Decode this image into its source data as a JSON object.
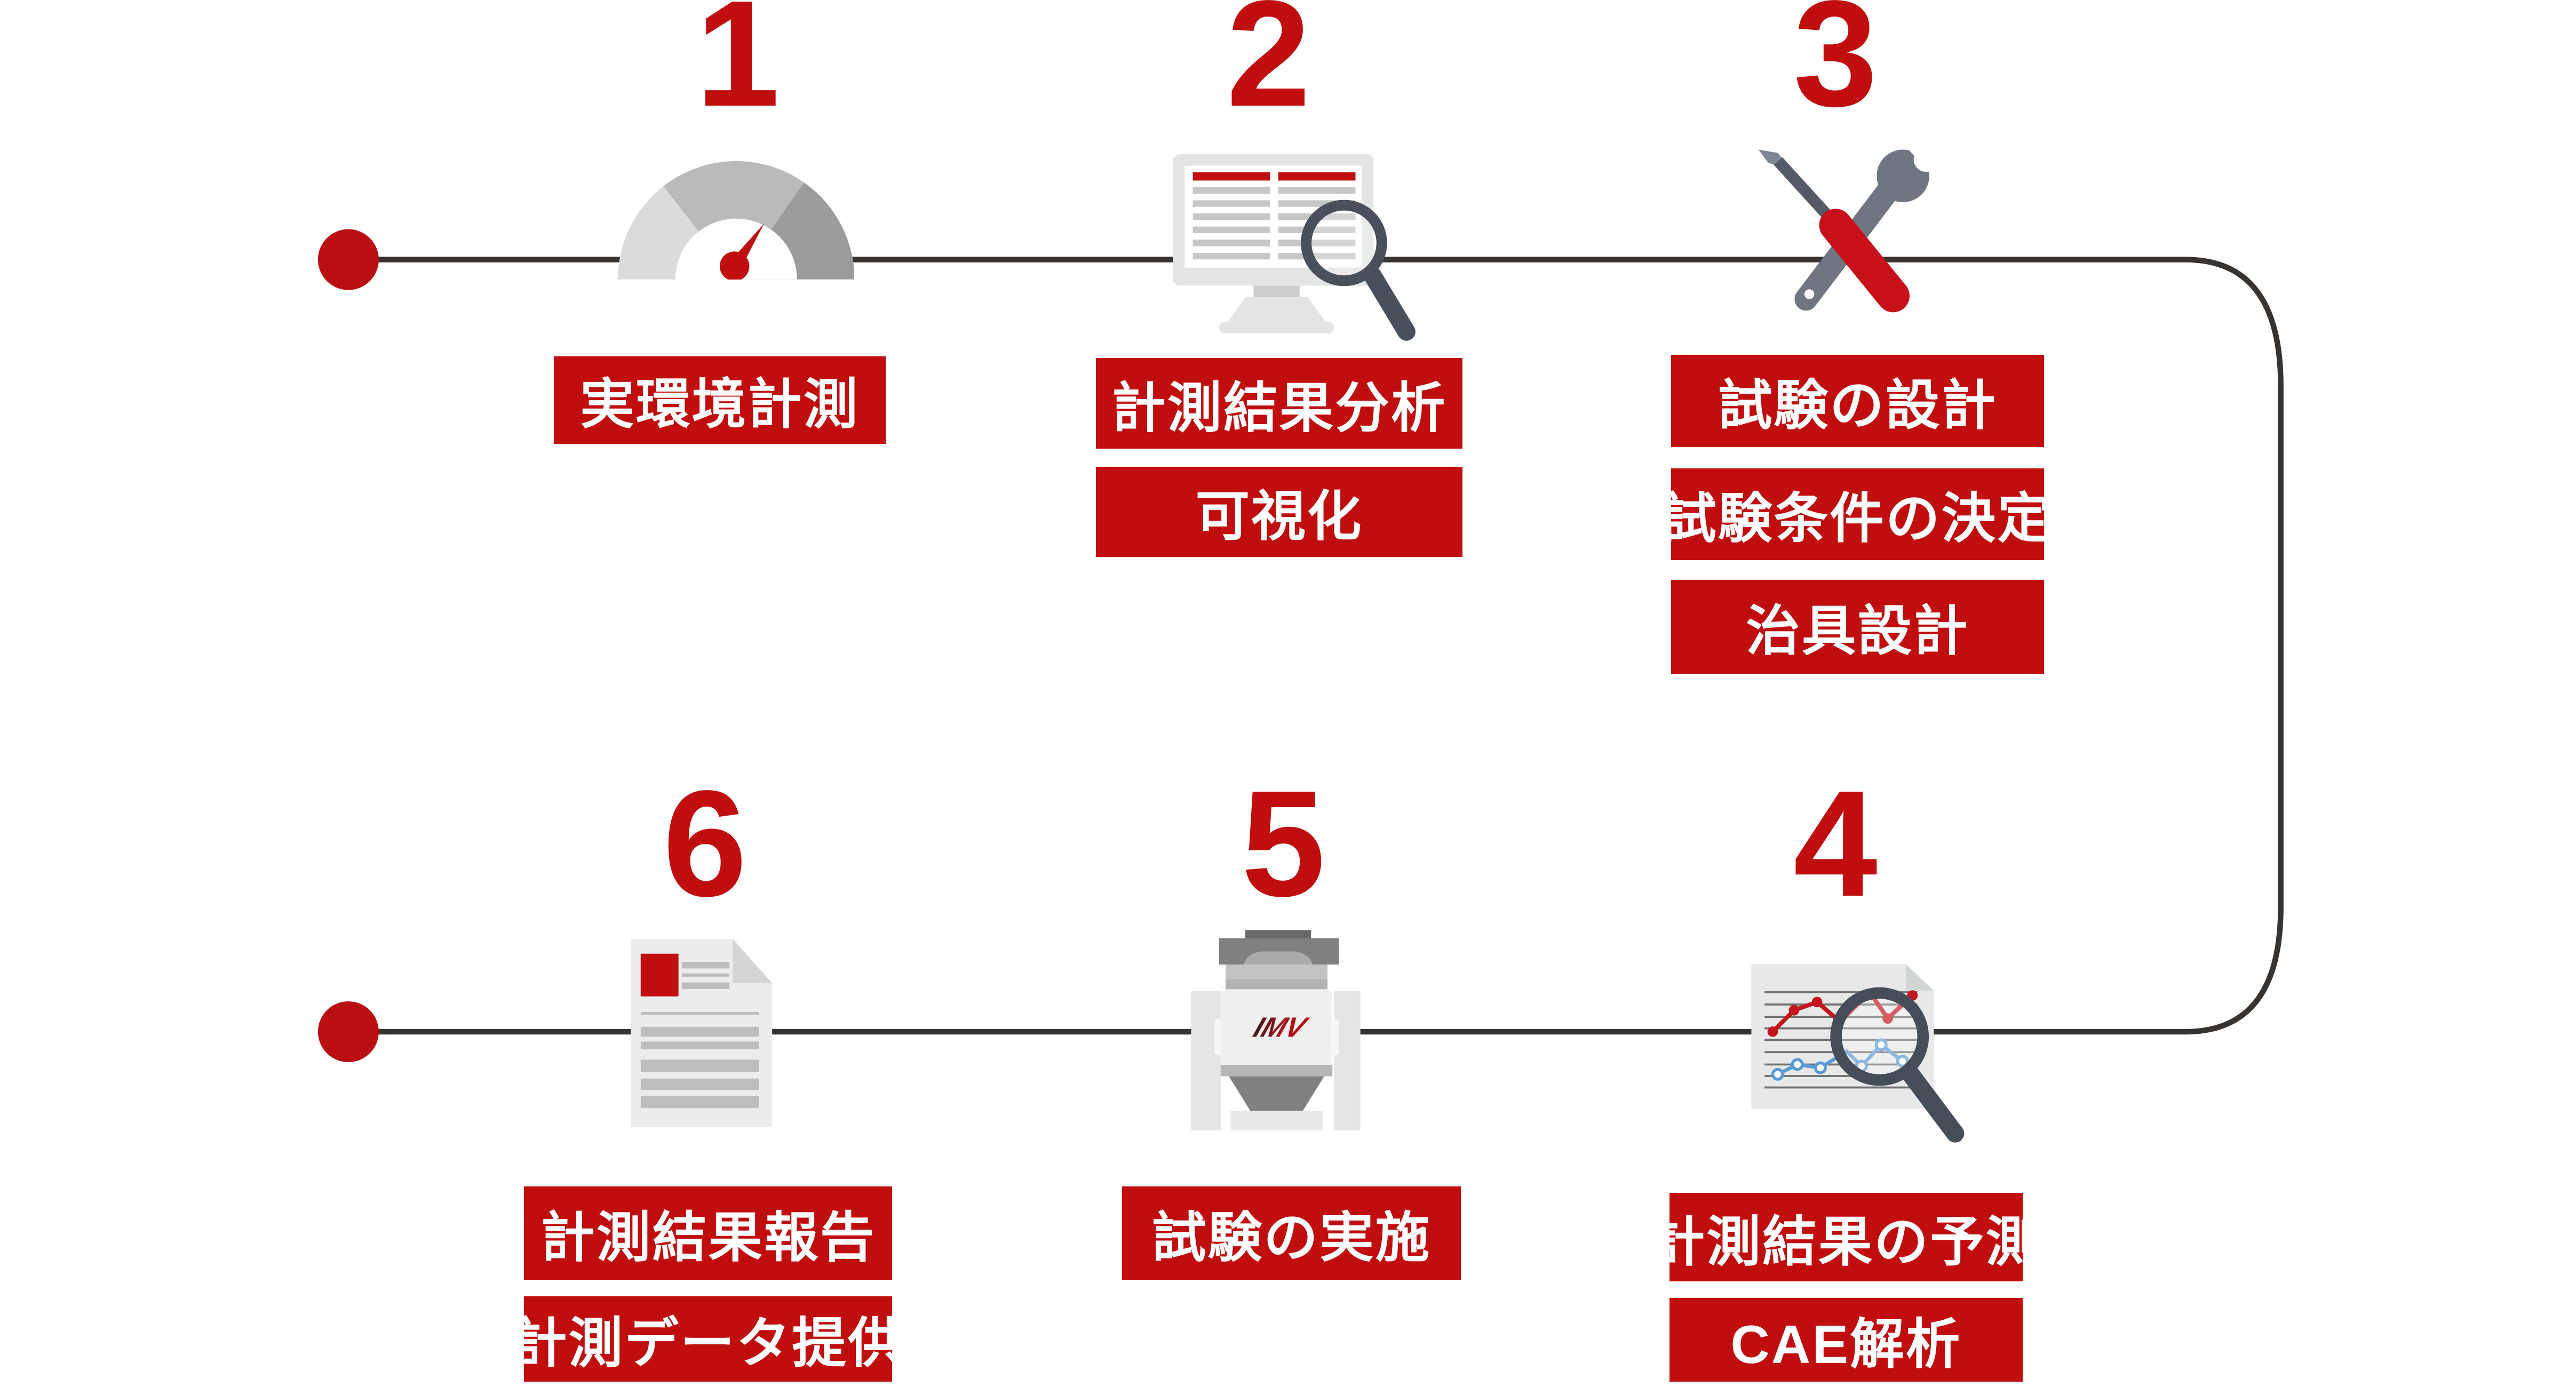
{
  "colors": {
    "accent_red": "#c00d0e",
    "dot_red": "#b90f12",
    "flow_line_dark": "#363330",
    "chart_series_red": "#c3161c",
    "chart_series_blue": "#5b9bd5",
    "machine_logo_red": "#c00d12"
  },
  "steps": [
    {
      "number": "1",
      "icon": "gauge-icon",
      "labels": [
        "実環境計測"
      ]
    },
    {
      "number": "2",
      "icon": "monitor-analysis-icon",
      "labels": [
        "計測結果分析",
        "可視化"
      ]
    },
    {
      "number": "3",
      "icon": "tools-icon",
      "labels": [
        "試験の設計",
        "試験条件の決定",
        "治具設計"
      ]
    },
    {
      "number": "4",
      "icon": "chart-magnifier-icon",
      "labels": [
        "計測結果の予測",
        "CAE解析"
      ]
    },
    {
      "number": "5",
      "icon": "shaker-machine-icon",
      "machine_logo": "IMV",
      "labels": [
        "試験の実施"
      ]
    },
    {
      "number": "6",
      "icon": "report-document-icon",
      "labels": [
        "計測結果報告",
        "計測データ提供"
      ]
    }
  ]
}
